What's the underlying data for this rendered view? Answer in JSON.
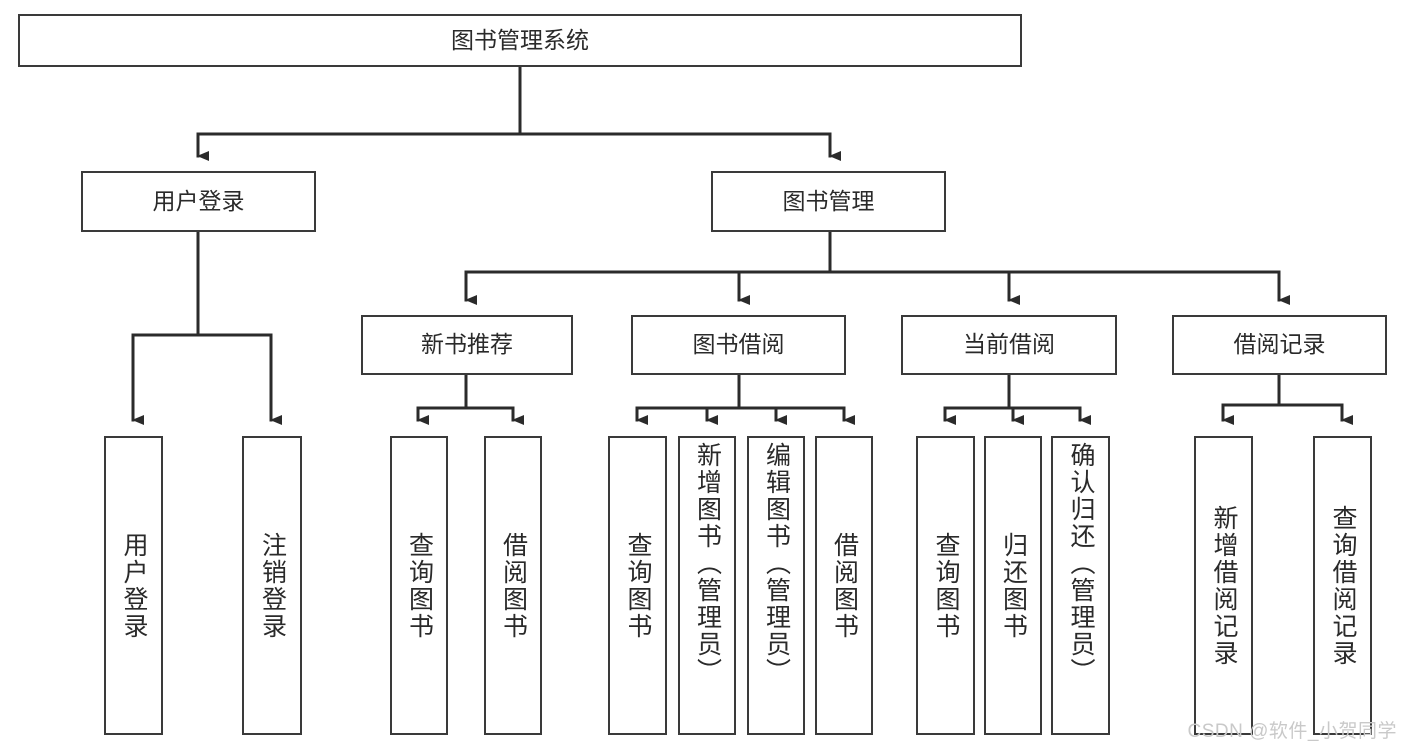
{
  "diagram": {
    "title": "图书管理系统",
    "type": "functional-structure-tree",
    "watermark": "CSDN @软件_小贺同学",
    "colors": {
      "box_border": "#3a3a3a",
      "box_fill": "#ffffff",
      "edge": "#2b2b2b",
      "text": "#2a2a2a",
      "background": "#ffffff",
      "watermark": "#c9c9c9"
    },
    "nodes": {
      "root": {
        "label": "图书管理系统"
      },
      "level2": [
        {
          "label": "用户登录"
        },
        {
          "label": "图书管理"
        }
      ],
      "level3": [
        {
          "label": "新书推荐"
        },
        {
          "label": "图书借阅"
        },
        {
          "label": "当前借阅"
        },
        {
          "label": "借阅记录"
        }
      ],
      "leaves": {
        "user_login": [
          {
            "label": "用户登录"
          },
          {
            "label": "注销登录"
          }
        ],
        "new_book_recommend": [
          {
            "label": "查询图书"
          },
          {
            "label": "借阅图书"
          }
        ],
        "book_borrow": [
          {
            "label": "查询图书"
          },
          {
            "label": "新增图书（管理员）"
          },
          {
            "label": "编辑图书（管理员）"
          },
          {
            "label": "借阅图书"
          }
        ],
        "current_borrow": [
          {
            "label": "查询图书"
          },
          {
            "label": "归还图书"
          },
          {
            "label": "确认归还（管理员）"
          }
        ],
        "borrow_record": [
          {
            "label": "新增借阅记录"
          },
          {
            "label": "查询借阅记录"
          }
        ]
      }
    }
  }
}
